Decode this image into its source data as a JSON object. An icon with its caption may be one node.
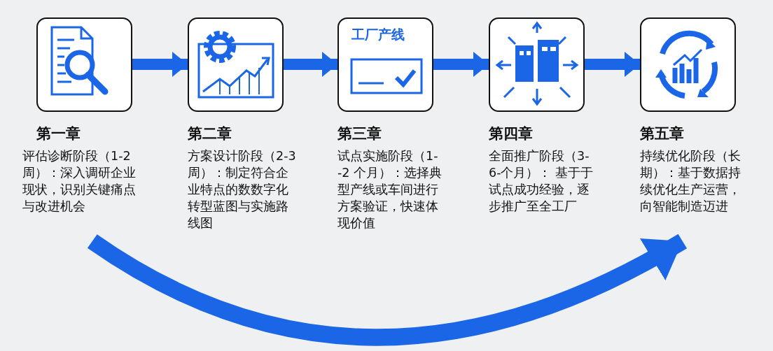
{
  "diagram": {
    "nodes": [
      {
        "text": [
          "第一章"
        ],
        "beside": [
          "评估诊断阶段（1-2周）：深入调研企业现状，识别关键痛点与改进机会"
        ]
      },
      {
        "text": [
          "第二章"
        ],
        "beside": [
          "方案设计阶段（2-3周）：制定符合企业特点的数数字化转型蓝图与实施路线图"
        ]
      },
      {
        "text": [
          "工厂产线",
          "第三章"
        ],
        "beside": [
          "试点实施阶段（1--2 个月）：选择典型产线或车间进行方案验证，快速体现价值"
        ]
      },
      {
        "text": [
          "第四章"
        ],
        "beside": [
          "全面推广阶段（3-6-个月）： 基于于试点成功经验，逐步推广至全工厂"
        ]
      },
      {
        "text": [
          "第五章"
        ],
        "beside": [
          "持续优化阶段（长期）：基于数据持续优化生产运营，向智能制造迈进"
        ]
      }
    ],
    "edges": [
      {
        "from": 0,
        "to": 1,
        "arrow": "to"
      },
      {
        "from": 1,
        "to": 2,
        "arrow": "to"
      },
      {
        "from": 2,
        "to": 3,
        "arrow": "to"
      },
      {
        "from": 3,
        "to": 4,
        "arrow": "to"
      },
      {
        "from": 0,
        "to": 4,
        "arrow": "to"
      }
    ]
  }
}
